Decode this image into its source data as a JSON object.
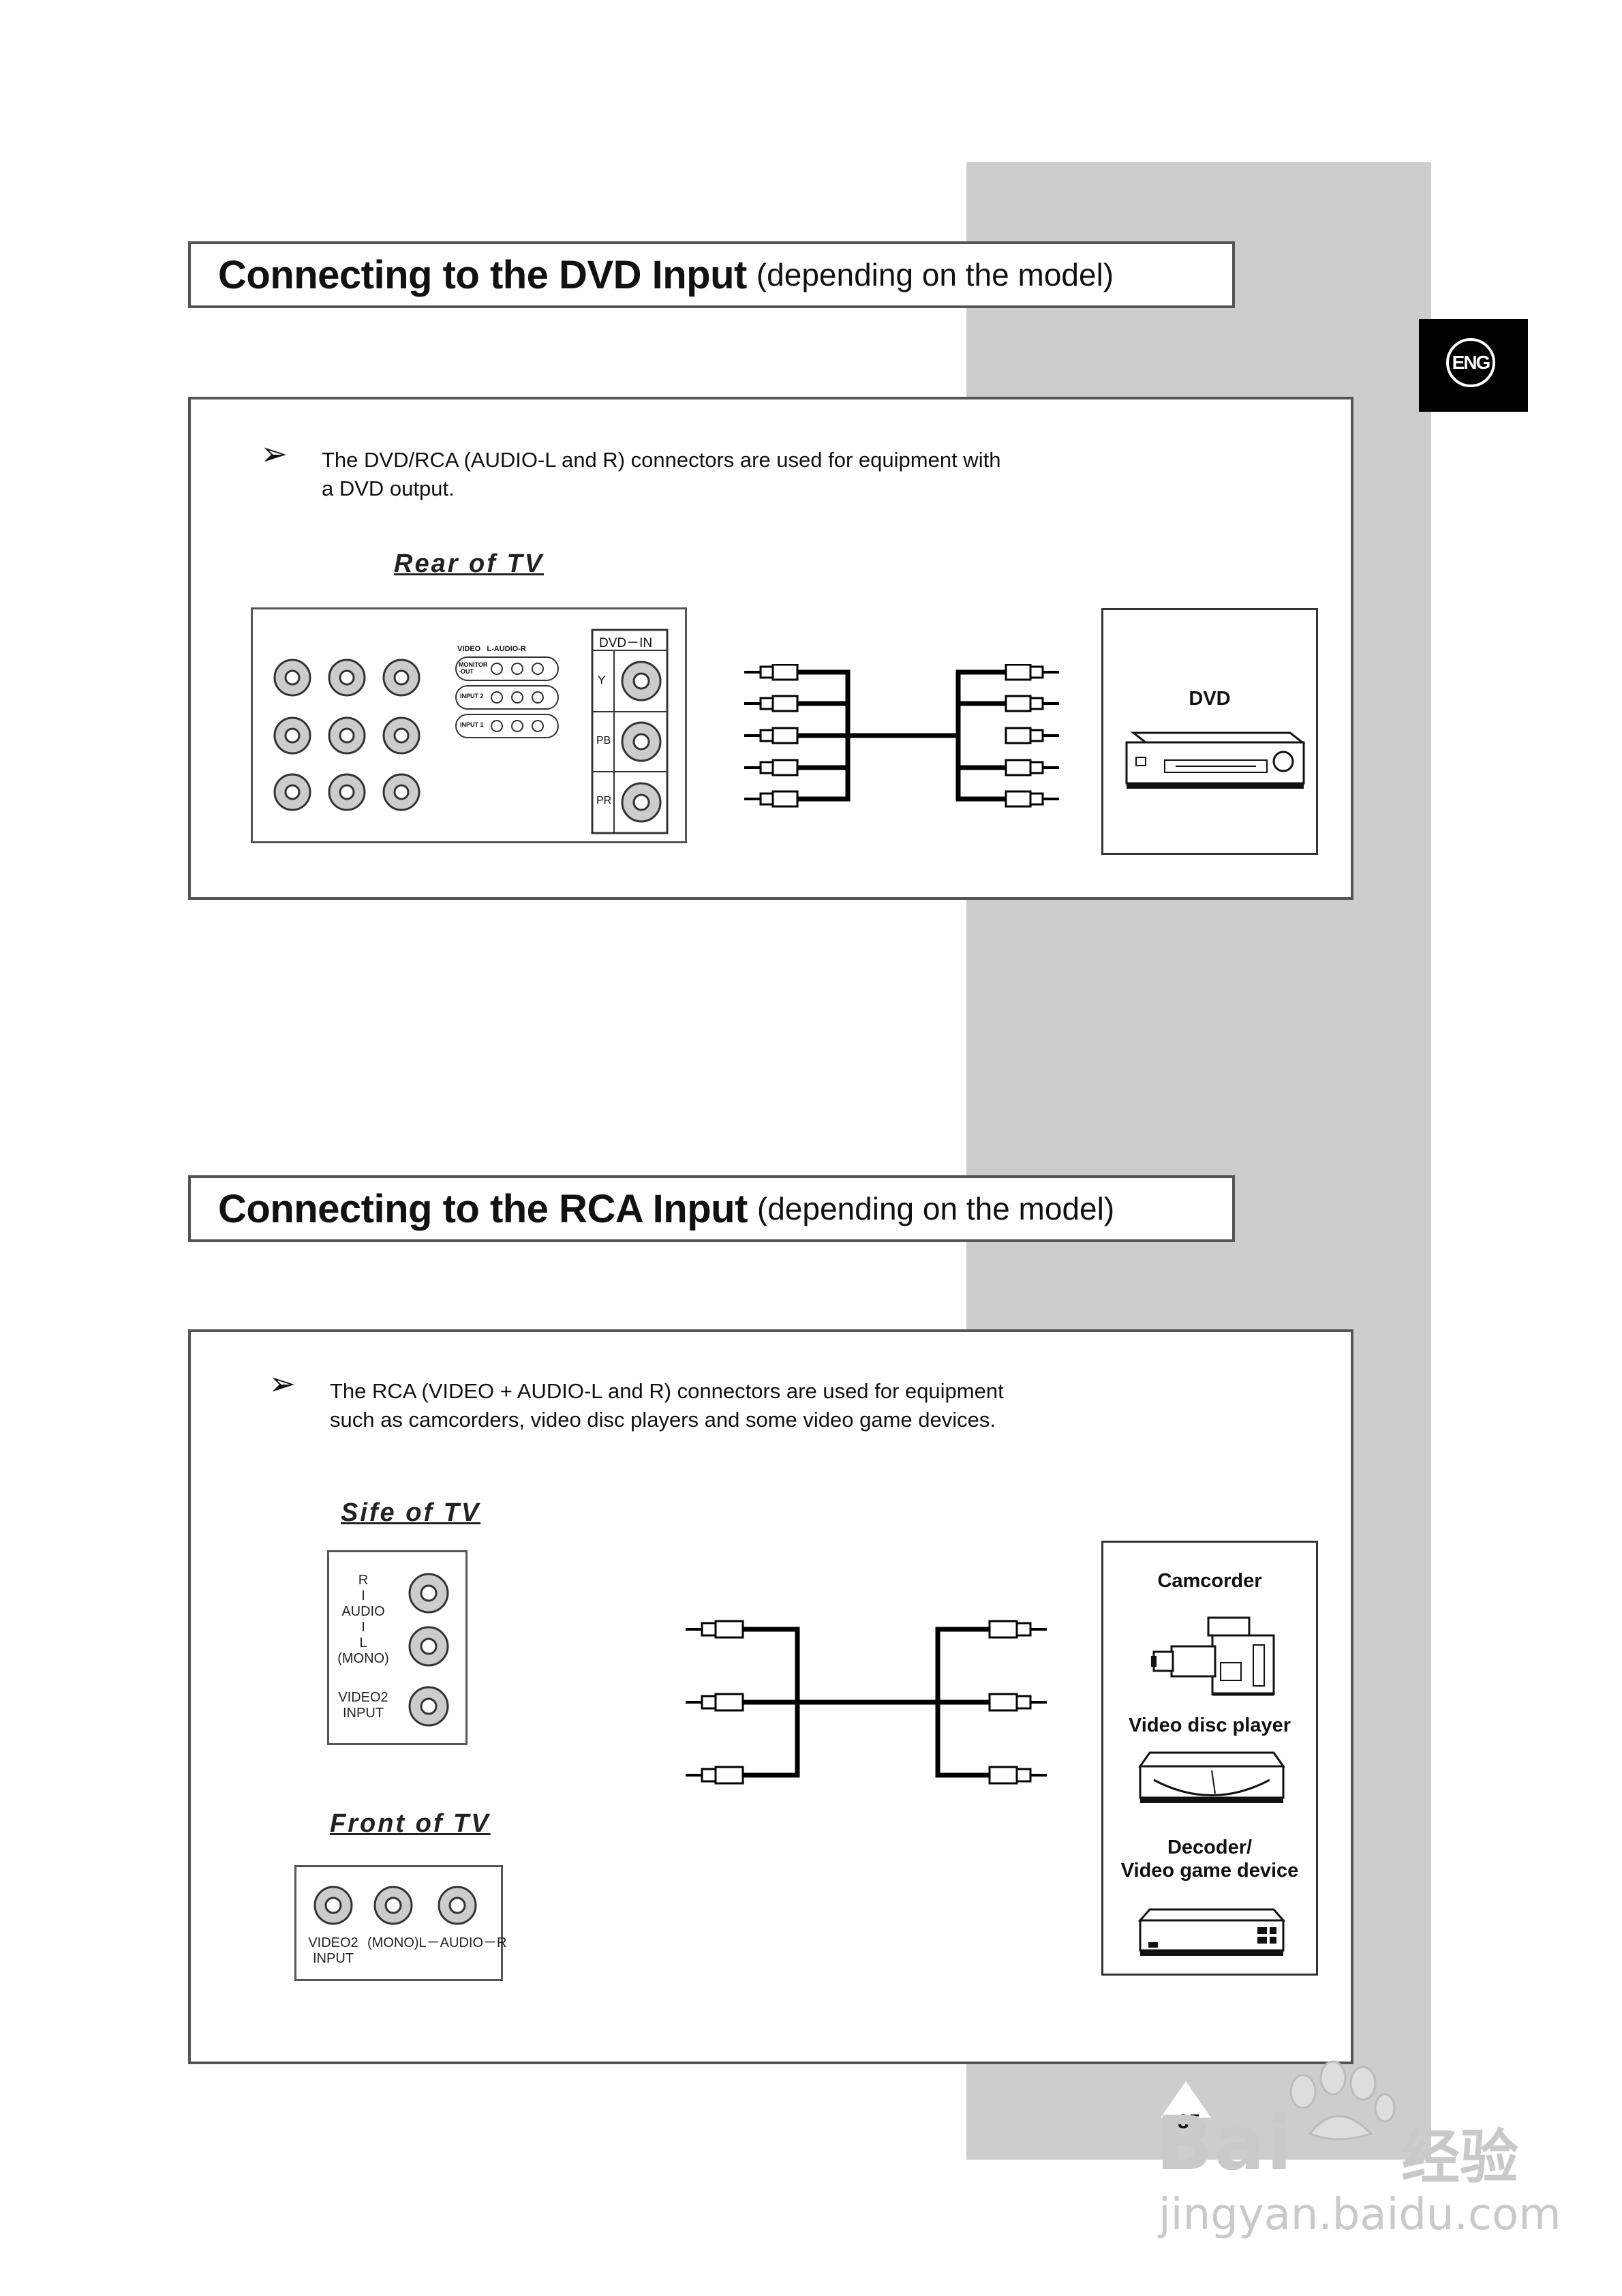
{
  "eng_tab": "ENG",
  "section1": {
    "title": "Connecting to the DVD Input",
    "subtitle": "(depending on the model)",
    "note_line1": "The DVD/RCA (AUDIO-L and R) connectors are used for equipment with",
    "note_line2": "a DVD output.",
    "rear_label": "Rear of TV",
    "panel_video_audio": "VIDEO   L-AUDIO-R",
    "panel_monitor_out": "MONITOR -OUT",
    "panel_input2": "INPUT 2",
    "panel_input1": "INPUT 1",
    "dvd_in": "DVD－IN",
    "y": "Y",
    "pb": "PB",
    "pr": "PR",
    "device": "DVD"
  },
  "section2": {
    "title": "Connecting to the RCA Input",
    "subtitle": "(depending on the model)",
    "note_line1": "The RCA (VIDEO + AUDIO-L and R) connectors are used for equipment",
    "note_line2": "such as camcorders, video disc players and some video game devices.",
    "side_label": "Sife of TV",
    "side_r": "R",
    "side_audio": "AUDIO",
    "side_l": "L",
    "side_mono": "(MONO)",
    "side_video2": "VIDEO2",
    "side_input": "INPUT",
    "front_label": "Front of TV",
    "front_video2": "VIDEO2",
    "front_input": "INPUT",
    "front_audio": "(MONO)L－AUDIO－R",
    "device1": "Camcorder",
    "device2": "Video disc player",
    "device3_line1": "Decoder/",
    "device3_line2": "Video game device"
  },
  "page_number": "35",
  "watermark_brand": "Bai",
  "watermark_cn": "经验",
  "watermark_url": "jingyan.baidu.com"
}
